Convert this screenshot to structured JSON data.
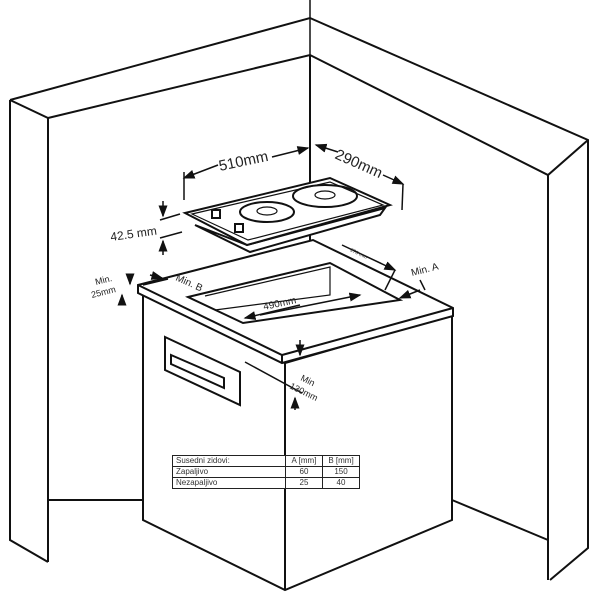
{
  "dimensions": {
    "width": "510mm",
    "depth": "290mm",
    "height": "42.5 mm",
    "cutout_width": "490mm",
    "cutout_depth": "270 mm",
    "min_a": "Min. A",
    "min_b": "Min. B",
    "min_top_line1": "Min.",
    "min_top_line2": "25mm",
    "min_below_line1": "Min",
    "min_below_line2": "130mm"
  },
  "table": {
    "header": [
      "Susedni zidovi:",
      "A [mm]",
      "B [mm]"
    ],
    "rows": [
      [
        "Zapaljivo",
        "60",
        "150"
      ],
      [
        "Nezapaljivo",
        "25",
        "40"
      ]
    ]
  }
}
